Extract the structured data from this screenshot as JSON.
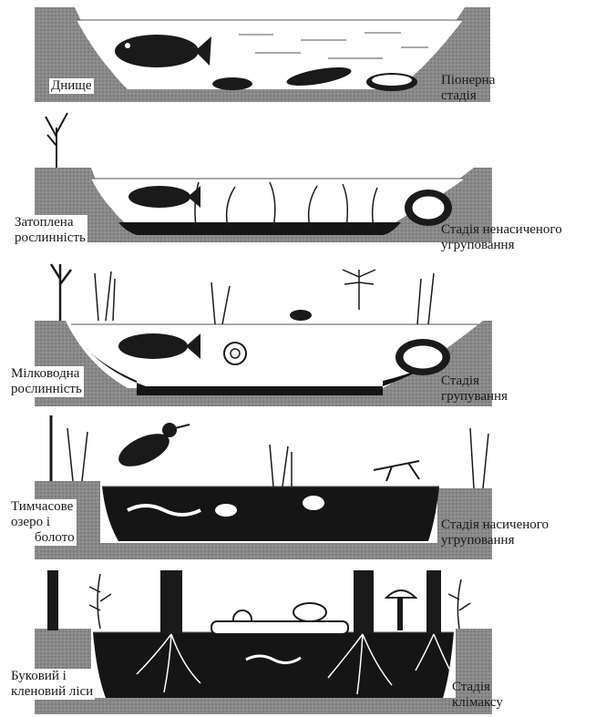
{
  "stages": [
    {
      "left_label": [
        "Днище"
      ],
      "right_label": [
        "Піонерна",
        "стадія"
      ]
    },
    {
      "left_label": [
        "Затоплена",
        "рослинність"
      ],
      "right_label": [
        "Стадія ненасиченого",
        "угруповання"
      ]
    },
    {
      "left_label": [
        "Мілководна",
        "рослинність"
      ],
      "right_label": [
        "Стадія",
        "групування"
      ]
    },
    {
      "left_label": [
        "Тимчасове",
        "озеро і",
        "болото"
      ],
      "right_label": [
        "Стадія насиченого",
        "угруповання"
      ]
    },
    {
      "left_label": [
        "Буковий і",
        "кленовий ліси"
      ],
      "right_label": [
        "Стадія",
        "клімаксу"
      ]
    }
  ],
  "colors": {
    "ink": "#1a1a1a",
    "water_line": "#555555",
    "sediment": "#151515",
    "bank": "#8a8a8a",
    "background": "#ffffff"
  }
}
